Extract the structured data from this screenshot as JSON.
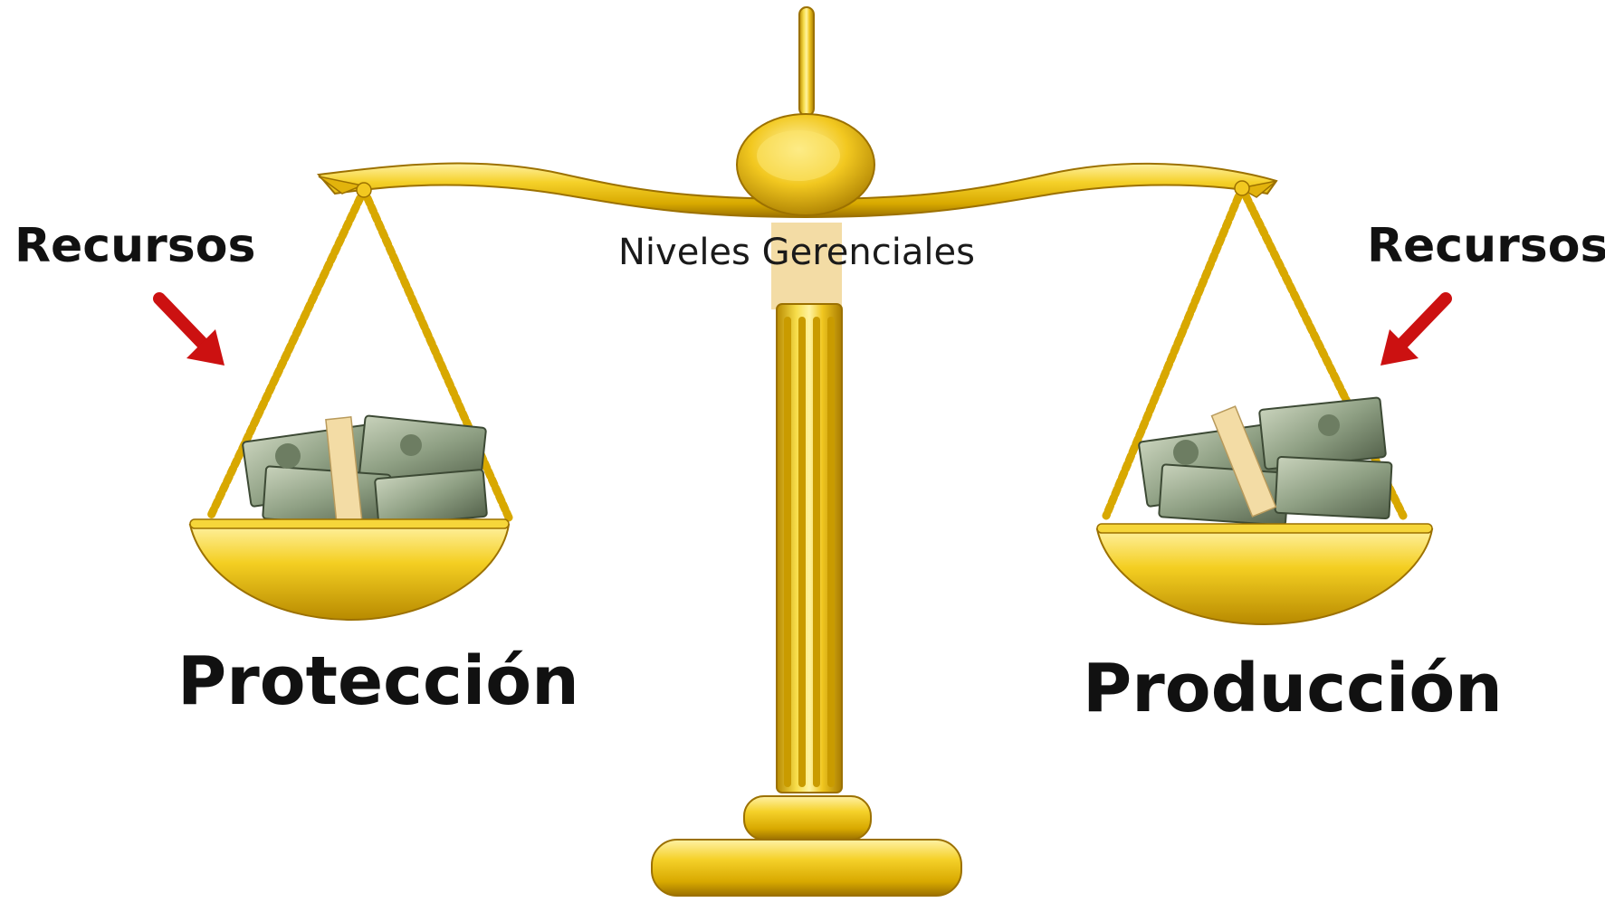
{
  "labels": {
    "left_resource": "Recursos",
    "right_resource": "Recursos",
    "left_pan": "Protección",
    "right_pan": "Producción",
    "center": "Niveles Gerenciales"
  },
  "icons": {
    "balance": "balance-scale",
    "left_arrow": "arrow-down-right",
    "right_arrow": "arrow-down-left",
    "money": "stack-of-dollar-bills"
  },
  "colors": {
    "gold": "#f2c820",
    "gold_dark": "#b88a00",
    "arrow_red": "#cc1111",
    "money_green": "#9aa98a",
    "band_cream": "#f3dca5"
  }
}
